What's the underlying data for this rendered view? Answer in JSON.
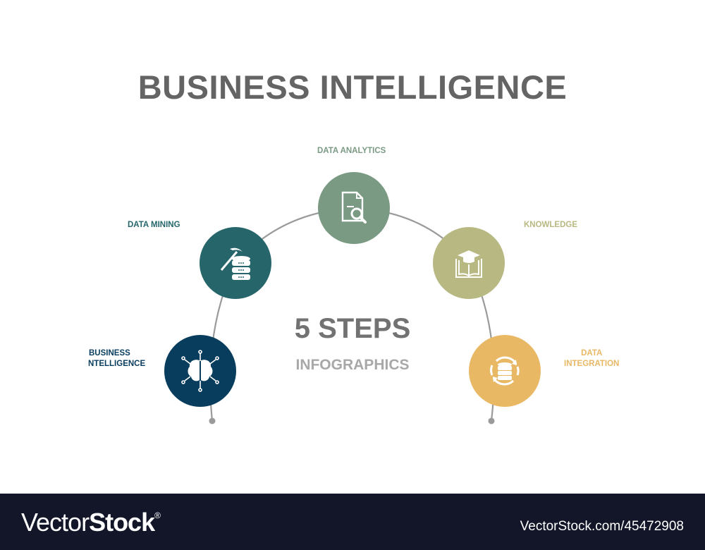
{
  "title": "BUSINESS INTELLIGENCE",
  "center": {
    "headline": "5 STEPS",
    "subheadline": "INFOGRAPHICS"
  },
  "steps": [
    {
      "label_line1": "BUSINESS",
      "label_line2": "NTELLIGENCE",
      "color": "#083d5e",
      "icon": "brain-network-icon"
    },
    {
      "label_line1": "DATA MINING",
      "color": "#26666b",
      "icon": "pickaxe-database-icon"
    },
    {
      "label_line1": "DATA ANALYTICS",
      "color": "#7a9a84",
      "icon": "document-search-icon"
    },
    {
      "label_line1": "KNOWLEDGE",
      "color": "#b8b882",
      "icon": "graduation-book-icon"
    },
    {
      "label_line1": "DATA",
      "label_line2": "INTEGRATION",
      "color": "#e8b865",
      "icon": "database-sync-icon"
    }
  ],
  "footer": {
    "logo_light": "Vector",
    "logo_bold": "Stock",
    "logo_mark": "®",
    "url": "VectorStock.com/45472908"
  }
}
